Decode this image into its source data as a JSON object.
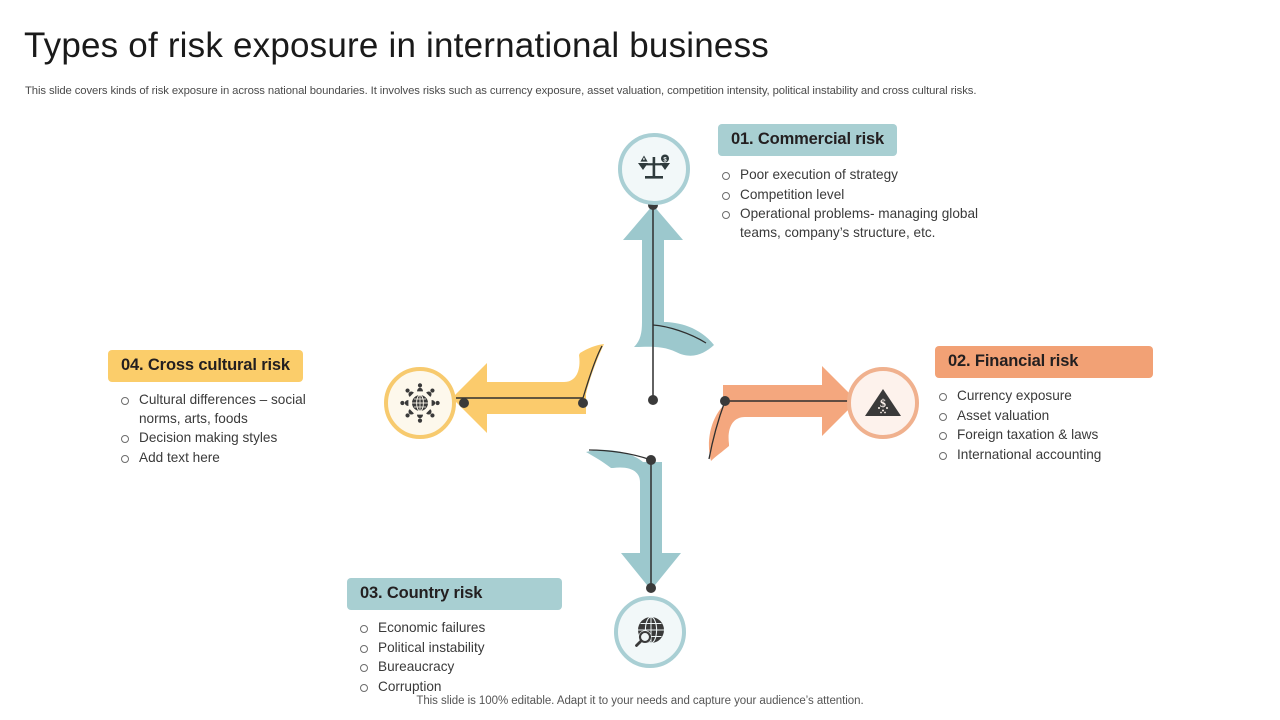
{
  "slide": {
    "title": "Types of risk exposure in international business",
    "subtitle": "This slide covers kinds of risk exposure in across national boundaries. It involves risks such as currency exposure, asset valuation, competition intensity, political instability and cross cultural risks.",
    "footer": "This slide is 100% editable. Adapt it to your needs and capture your audience’s attention."
  },
  "colors": {
    "teal": "#a8cfd2",
    "orange": "#f2a175",
    "yellow": "#fbcd6a",
    "teal_arrow": "#9cc8cd",
    "orange_arrow": "#f4a77e",
    "yellow_arrow": "#fbcb6c",
    "text_dark": "#231f20"
  },
  "sections": [
    {
      "id": "commercial",
      "badge": "01. Commercial risk",
      "color": "teal",
      "icon": "balance-scale-icon",
      "bullets": [
        "Poor execution of strategy",
        "Competition level",
        "Operational problems- managing global teams, company’s structure, etc."
      ]
    },
    {
      "id": "financial",
      "badge": "02. Financial risk",
      "color": "orange",
      "icon": "money-warning-triangle-icon",
      "bullets": [
        "Currency exposure",
        "Asset valuation",
        "Foreign taxation & laws",
        "International  accounting"
      ]
    },
    {
      "id": "country",
      "badge": "03. Country risk",
      "color": "teal",
      "icon": "globe-magnifier-icon",
      "bullets": [
        "Economic failures",
        "Political instability",
        "Bureaucracy",
        "Corruption"
      ]
    },
    {
      "id": "cross-cultural",
      "badge": "04. Cross cultural risk",
      "color": "yellow",
      "icon": "globe-people-icon",
      "bullets": [
        "Cultural differences – social norms, arts, foods",
        "Decision making styles",
        "Add text here"
      ]
    }
  ]
}
